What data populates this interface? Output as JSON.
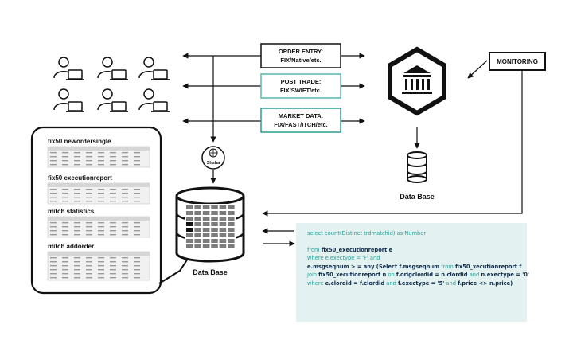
{
  "flows": [
    {
      "line1": "ORDER ENTRY:",
      "line2": "FIX/Native/etc.",
      "border": "#111111"
    },
    {
      "line1": "POST TRADE:",
      "line2": "FIX/SWIFT/etc.",
      "border": "#5bb5ad"
    },
    {
      "line1": "MARKET DATA:",
      "line2": "FIX/FAST/ITCH/etc.",
      "border": "#2a9d94"
    }
  ],
  "monitoring": "MONITORING",
  "shsha": "Shsha",
  "db_right": "Data Base",
  "db_main": "Data Base",
  "tables": [
    {
      "title": "fix50 newordersingle"
    },
    {
      "title": "fix50 executionreport"
    },
    {
      "title": "mitch statistics"
    },
    {
      "title": "mitch addorder"
    }
  ],
  "sql": {
    "l1": "select count(Distinct trdmatchid) as Number",
    "from_kw": "from ",
    "from_tbl": "fix50_executionreport e",
    "l3": "where e.exectype = 'F' and",
    "l4a": "e.msgseqnum > = any (Select ",
    "l4b": "f.msgseqnum",
    "l4c": " from ",
    "l4d": "fix50_xecutionreport f",
    "l5a": "join ",
    "l5b": "fix50_xecutionreport n",
    "l5c": " on ",
    "l5d": "f.origclordid = n.clordid",
    "l5e": " and ",
    "l5f": "n.exectype = '0'",
    "l6a": "where ",
    "l6b": "e.clordid = f.clordid",
    "l6c": " and ",
    "l6d": "f.exectype = '5'",
    "l6e": " and ",
    "l6f": "f.price <> n.price)"
  },
  "colors": {
    "teal": "#2a9d94",
    "dark": "#111111",
    "sqlbg": "#e3f2f1",
    "dbgrid": "#7c7c7c"
  }
}
